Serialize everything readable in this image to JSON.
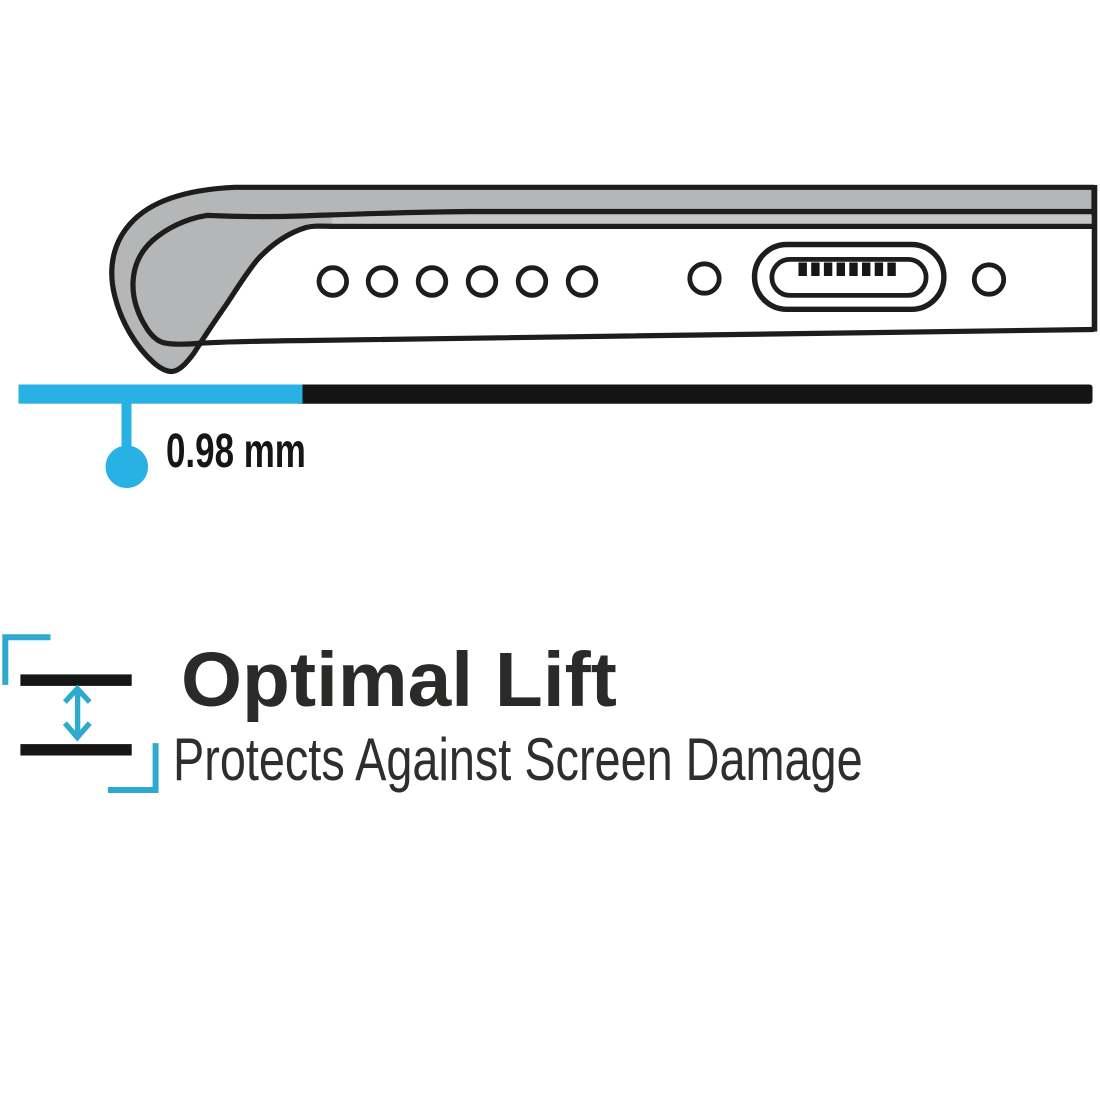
{
  "colors": {
    "accent_cyan": "#28b1e3",
    "icon_cyan": "#2ea9cf",
    "outline_ink": "#1d1d1b",
    "case_gray": "#b5b6b7",
    "case_gray_light": "#c6c7c8",
    "ground_black": "#141414",
    "text_dark": "#2a2a28"
  },
  "diagram": {
    "gap_label": "0.98 mm",
    "icons": [
      "phone-case-cross-section-icon",
      "surface-line-icon",
      "gap-marker-icon"
    ]
  },
  "feature": {
    "title": "Optimal Lift",
    "subtitle": "Protects Against Screen Damage",
    "icon": "lift-gap-icon"
  }
}
